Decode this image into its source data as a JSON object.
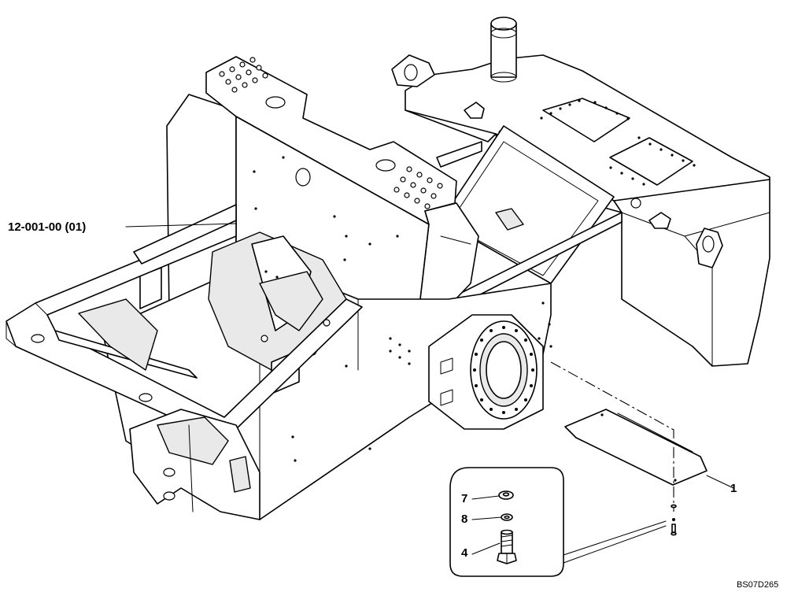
{
  "assembly_label": "12-001-00 (01)",
  "callouts": {
    "plate": "1",
    "washer": "7",
    "lock_washer": "8",
    "bolt": "4"
  },
  "drawing_code": "BS07D265"
}
